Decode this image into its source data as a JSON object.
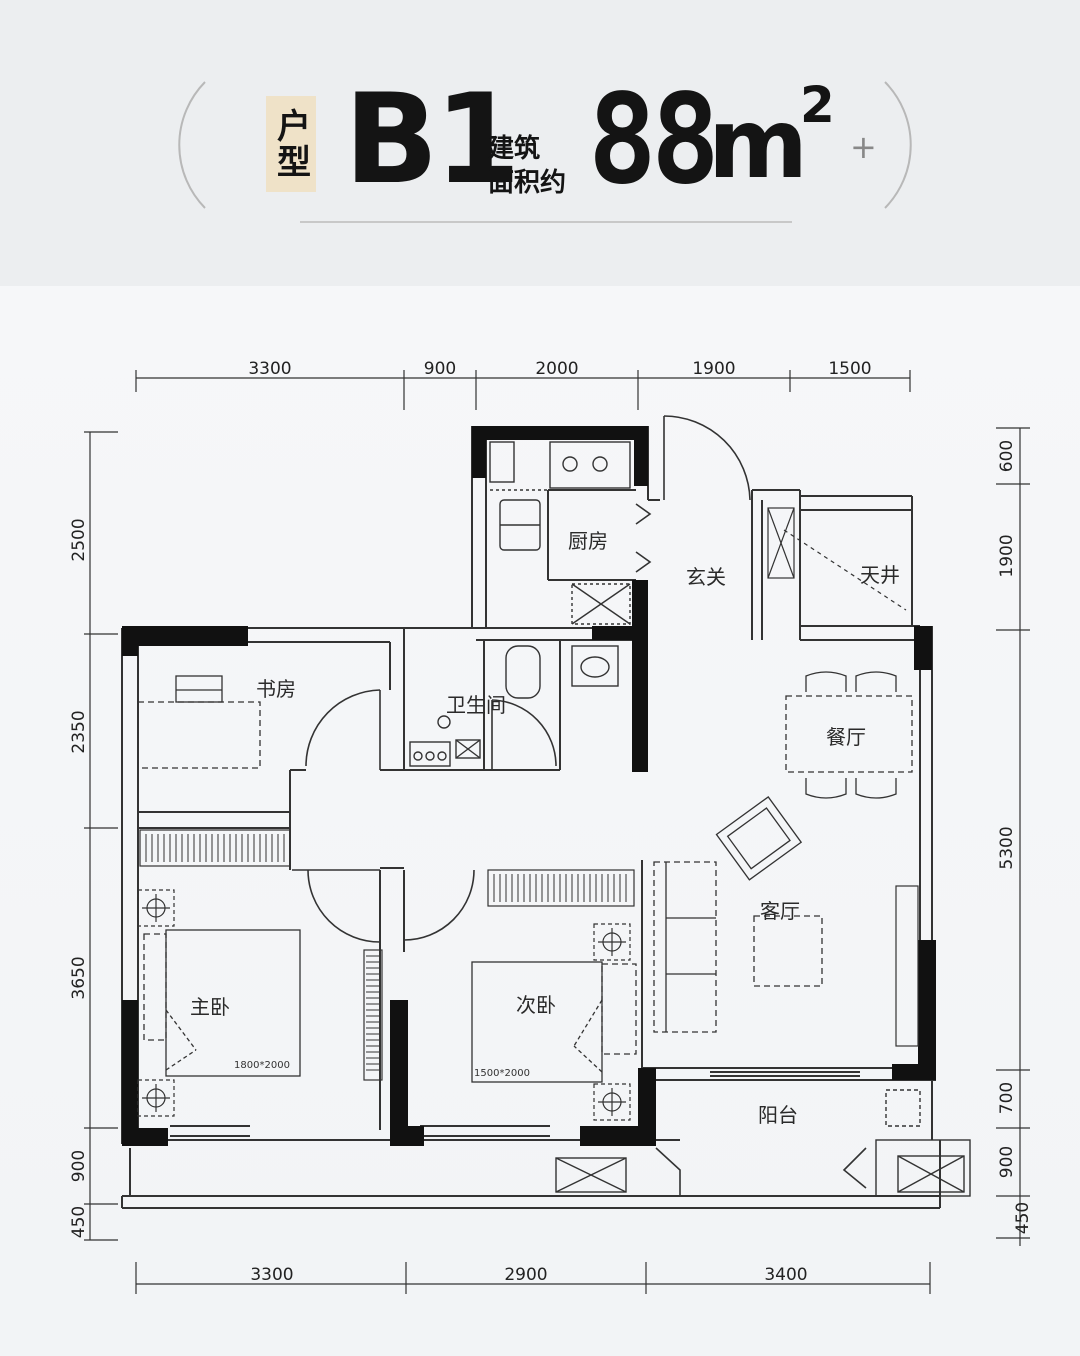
{
  "header": {
    "type_label": "户型",
    "type_code": "B1",
    "area_label_line1": "建筑",
    "area_label_line2": "面积约",
    "area_value": "88",
    "area_unit": "m",
    "area_unit_sup": "2",
    "plus_mark": "+"
  },
  "dimensions": {
    "top": [
      "3300",
      "900",
      "2000",
      "1900",
      "1500"
    ],
    "bottom": [
      "3300",
      "2900",
      "3400"
    ],
    "left": [
      "2500",
      "2350",
      "3650",
      "900",
      "450"
    ],
    "right": [
      "600",
      "1900",
      "5300",
      "700",
      "900",
      "450"
    ]
  },
  "rooms": {
    "kitchen": "厨房",
    "entrance": "玄关",
    "skywell": "天井",
    "study": "书房",
    "bathroom": "卫生间",
    "dining": "餐厅",
    "living": "客厅",
    "master_bedroom": "主卧",
    "second_bedroom": "次卧",
    "balcony": "阳台"
  },
  "bed_sizes": {
    "master": "1800*2000",
    "second": "1500*2000"
  },
  "colors": {
    "wall": "#111111",
    "line": "#333333",
    "badge": "#efe2c8"
  }
}
